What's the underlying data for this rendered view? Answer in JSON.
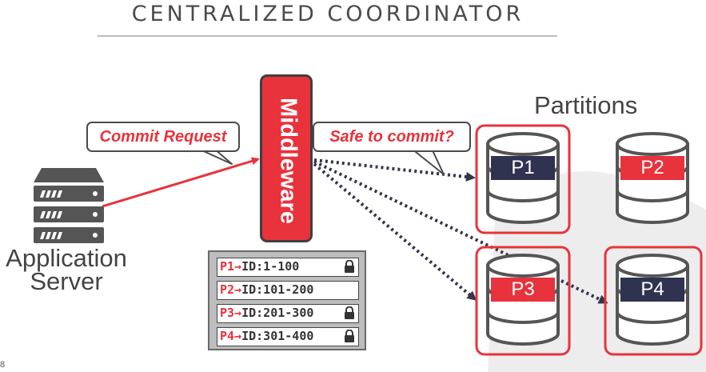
{
  "title": "CENTRALIZED COORDINATOR",
  "slide_number": "8",
  "application_server": {
    "label_line1": "Application",
    "label_line2": "Server"
  },
  "middleware": {
    "label": "Middleware"
  },
  "callouts": {
    "commit_request": "Commit Request",
    "safe_to_commit": "Safe to commit?"
  },
  "partitions": {
    "title": "Partitions",
    "items": [
      {
        "label": "P1",
        "label_color": "#2f3350",
        "highlighted": true
      },
      {
        "label": "P2",
        "label_color": "#e8323c",
        "highlighted": false
      },
      {
        "label": "P3",
        "label_color": "#e8323c",
        "highlighted": true
      },
      {
        "label": "P4",
        "label_color": "#2f3350",
        "highlighted": true
      }
    ]
  },
  "lock_table": [
    {
      "pid": "P1→",
      "range": "ID:1-100",
      "locked": true
    },
    {
      "pid": "P2→",
      "range": "ID:101-200",
      "locked": false
    },
    {
      "pid": "P3→",
      "range": "ID:201-300",
      "locked": true
    },
    {
      "pid": "P4→",
      "range": "ID:301-400",
      "locked": true
    }
  ],
  "colors": {
    "accent_red": "#e8323c",
    "navy": "#2f3350",
    "dark_gray": "#3f3f3f",
    "arrow_dark": "#33354a"
  }
}
